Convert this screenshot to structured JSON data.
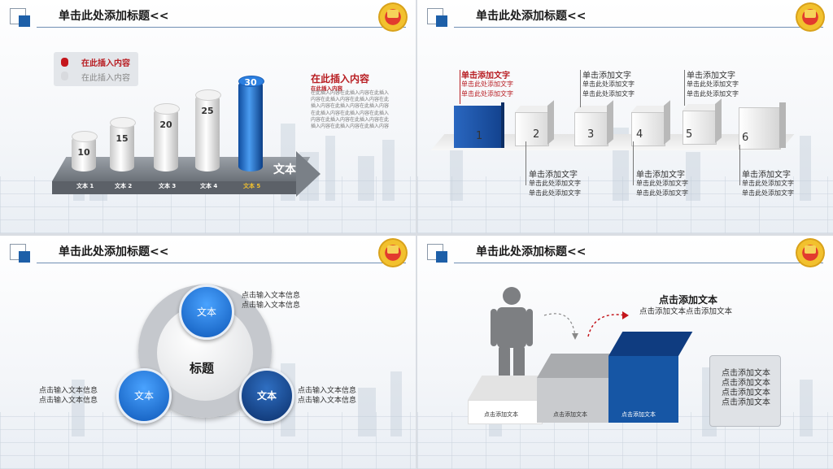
{
  "header_title": "单击此处添加标题<<",
  "slide1": {
    "legend": [
      "在此插入内容",
      "在此插入内容"
    ],
    "bars": [
      {
        "label": "文本 1",
        "value": "10"
      },
      {
        "label": "文本 2",
        "value": "15"
      },
      {
        "label": "文本 3",
        "value": "20"
      },
      {
        "label": "文本 4",
        "value": "25"
      },
      {
        "label": "文本 5",
        "value": "30"
      }
    ],
    "arrow_text": "文本",
    "right_title": "在此插入内容",
    "right_sub": "在此插入内容",
    "right_body": "在此插入内容在此插入内容在此插入内容在此插入内容在此插入内容在此插入内容在此插入内容在此插入内容在此插入内容在此插入内容在此插入内容在此插入内容在此插入内容在此插入内容在此插入内容在此插入内容"
  },
  "slide2": {
    "cubes": [
      "1",
      "2",
      "3",
      "4",
      "5",
      "6"
    ],
    "labels_top": [
      {
        "title": "单击添加文字",
        "l1": "单击此处添加文字",
        "l2": "单击此处添加文字"
      },
      {
        "title": "单击添加文字",
        "l1": "单击此处添加文字",
        "l2": "单击此处添加文字"
      },
      {
        "title": "单击添加文字",
        "l1": "单击此处添加文字",
        "l2": "单击此处添加文字"
      }
    ],
    "labels_bottom": [
      {
        "title": "单击添加文字",
        "l1": "单击此处添加文字",
        "l2": "单击此处添加文字"
      },
      {
        "title": "单击添加文字",
        "l1": "单击此处添加文字",
        "l2": "单击此处添加文字"
      },
      {
        "title": "单击添加文字",
        "l1": "单击此处添加文字",
        "l2": "单击此处添加文字"
      }
    ]
  },
  "slide3": {
    "center_title": "标题",
    "balls": [
      "文本",
      "文本",
      "文本"
    ],
    "info": [
      "点击输入文本信息",
      "点击输入文本信息"
    ]
  },
  "slide4": {
    "title": "点击添加文本",
    "subtitle": "点击添加文本点击添加文本",
    "steps": [
      "点击添加文本",
      "点击添加文本",
      "点击添加文本"
    ],
    "callout": [
      "点击添加文本",
      "点击添加文本",
      "点击添加文本",
      "点击添加文本"
    ]
  },
  "chart_data": {
    "type": "bar",
    "categories": [
      "文本 1",
      "文本 2",
      "文本 3",
      "文本 4",
      "文本 5"
    ],
    "values": [
      10,
      15,
      20,
      25,
      30
    ]
  }
}
